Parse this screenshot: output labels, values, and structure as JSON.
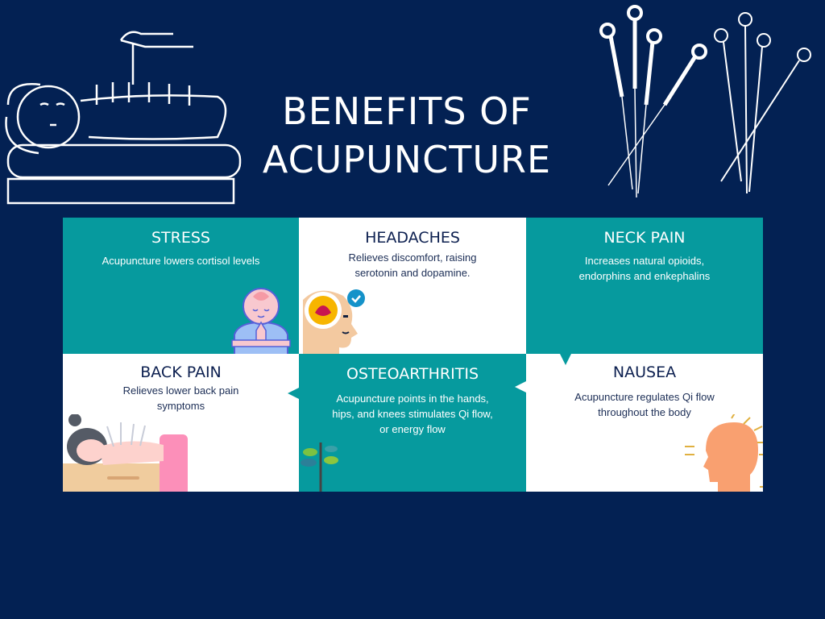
{
  "title": {
    "line1": "BENEFITS OF",
    "line2": "ACUPUNCTURE"
  },
  "colors": {
    "background": "#032153",
    "teal": "#069a9e",
    "white": "#ffffff",
    "dark_text": "#0d2050"
  },
  "benefits": [
    {
      "heading": "STRESS",
      "text": "Acupuncture lowers cortisol levels"
    },
    {
      "heading": "HEADACHES",
      "text": "Relieves discomfort, raising serotonin and dopamine."
    },
    {
      "heading": "NECK PAIN",
      "text": "Increases natural opioids, endorphins and enkephalins"
    },
    {
      "heading": "BACK PAIN",
      "text": "Relieves lower back pain symptoms"
    },
    {
      "heading": "OSTEOARTHRITIS",
      "text": "Acupuncture points in the hands, hips, and knees stimulates Qi flow, or energy flow"
    },
    {
      "heading": "NAUSEA",
      "text": "Acupuncture regulates Qi flow throughout the body"
    }
  ]
}
